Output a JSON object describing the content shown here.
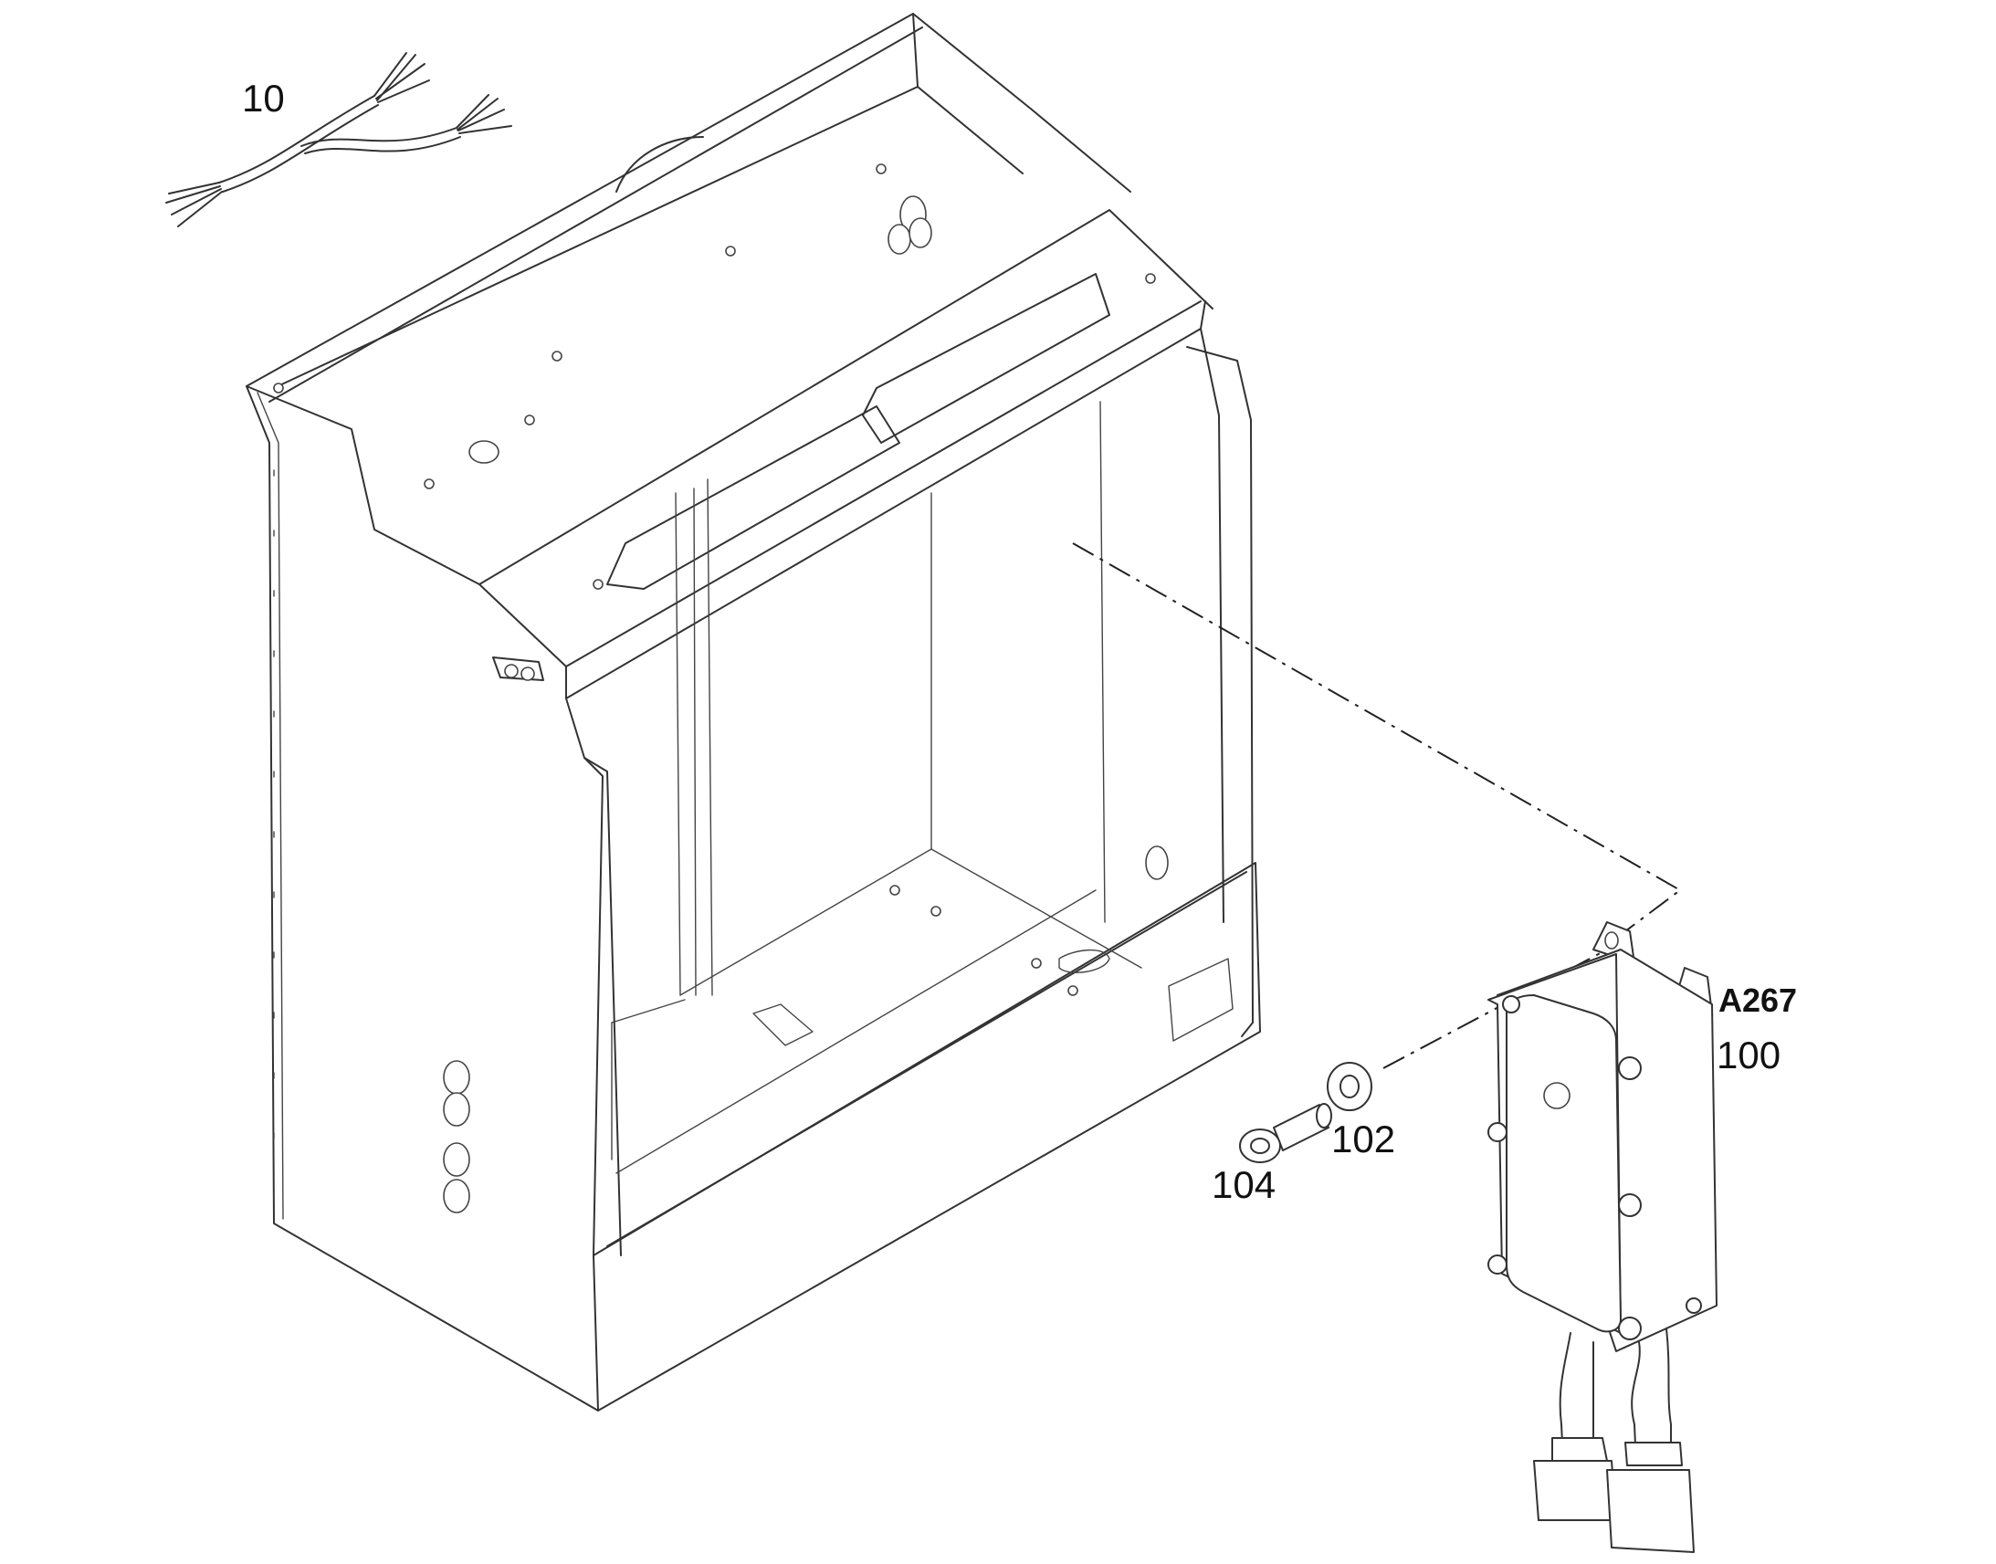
{
  "callouts": {
    "wiring_harness": "10",
    "control_box_ref": "A267",
    "control_box": "100",
    "washer": "102",
    "screw": "104"
  }
}
